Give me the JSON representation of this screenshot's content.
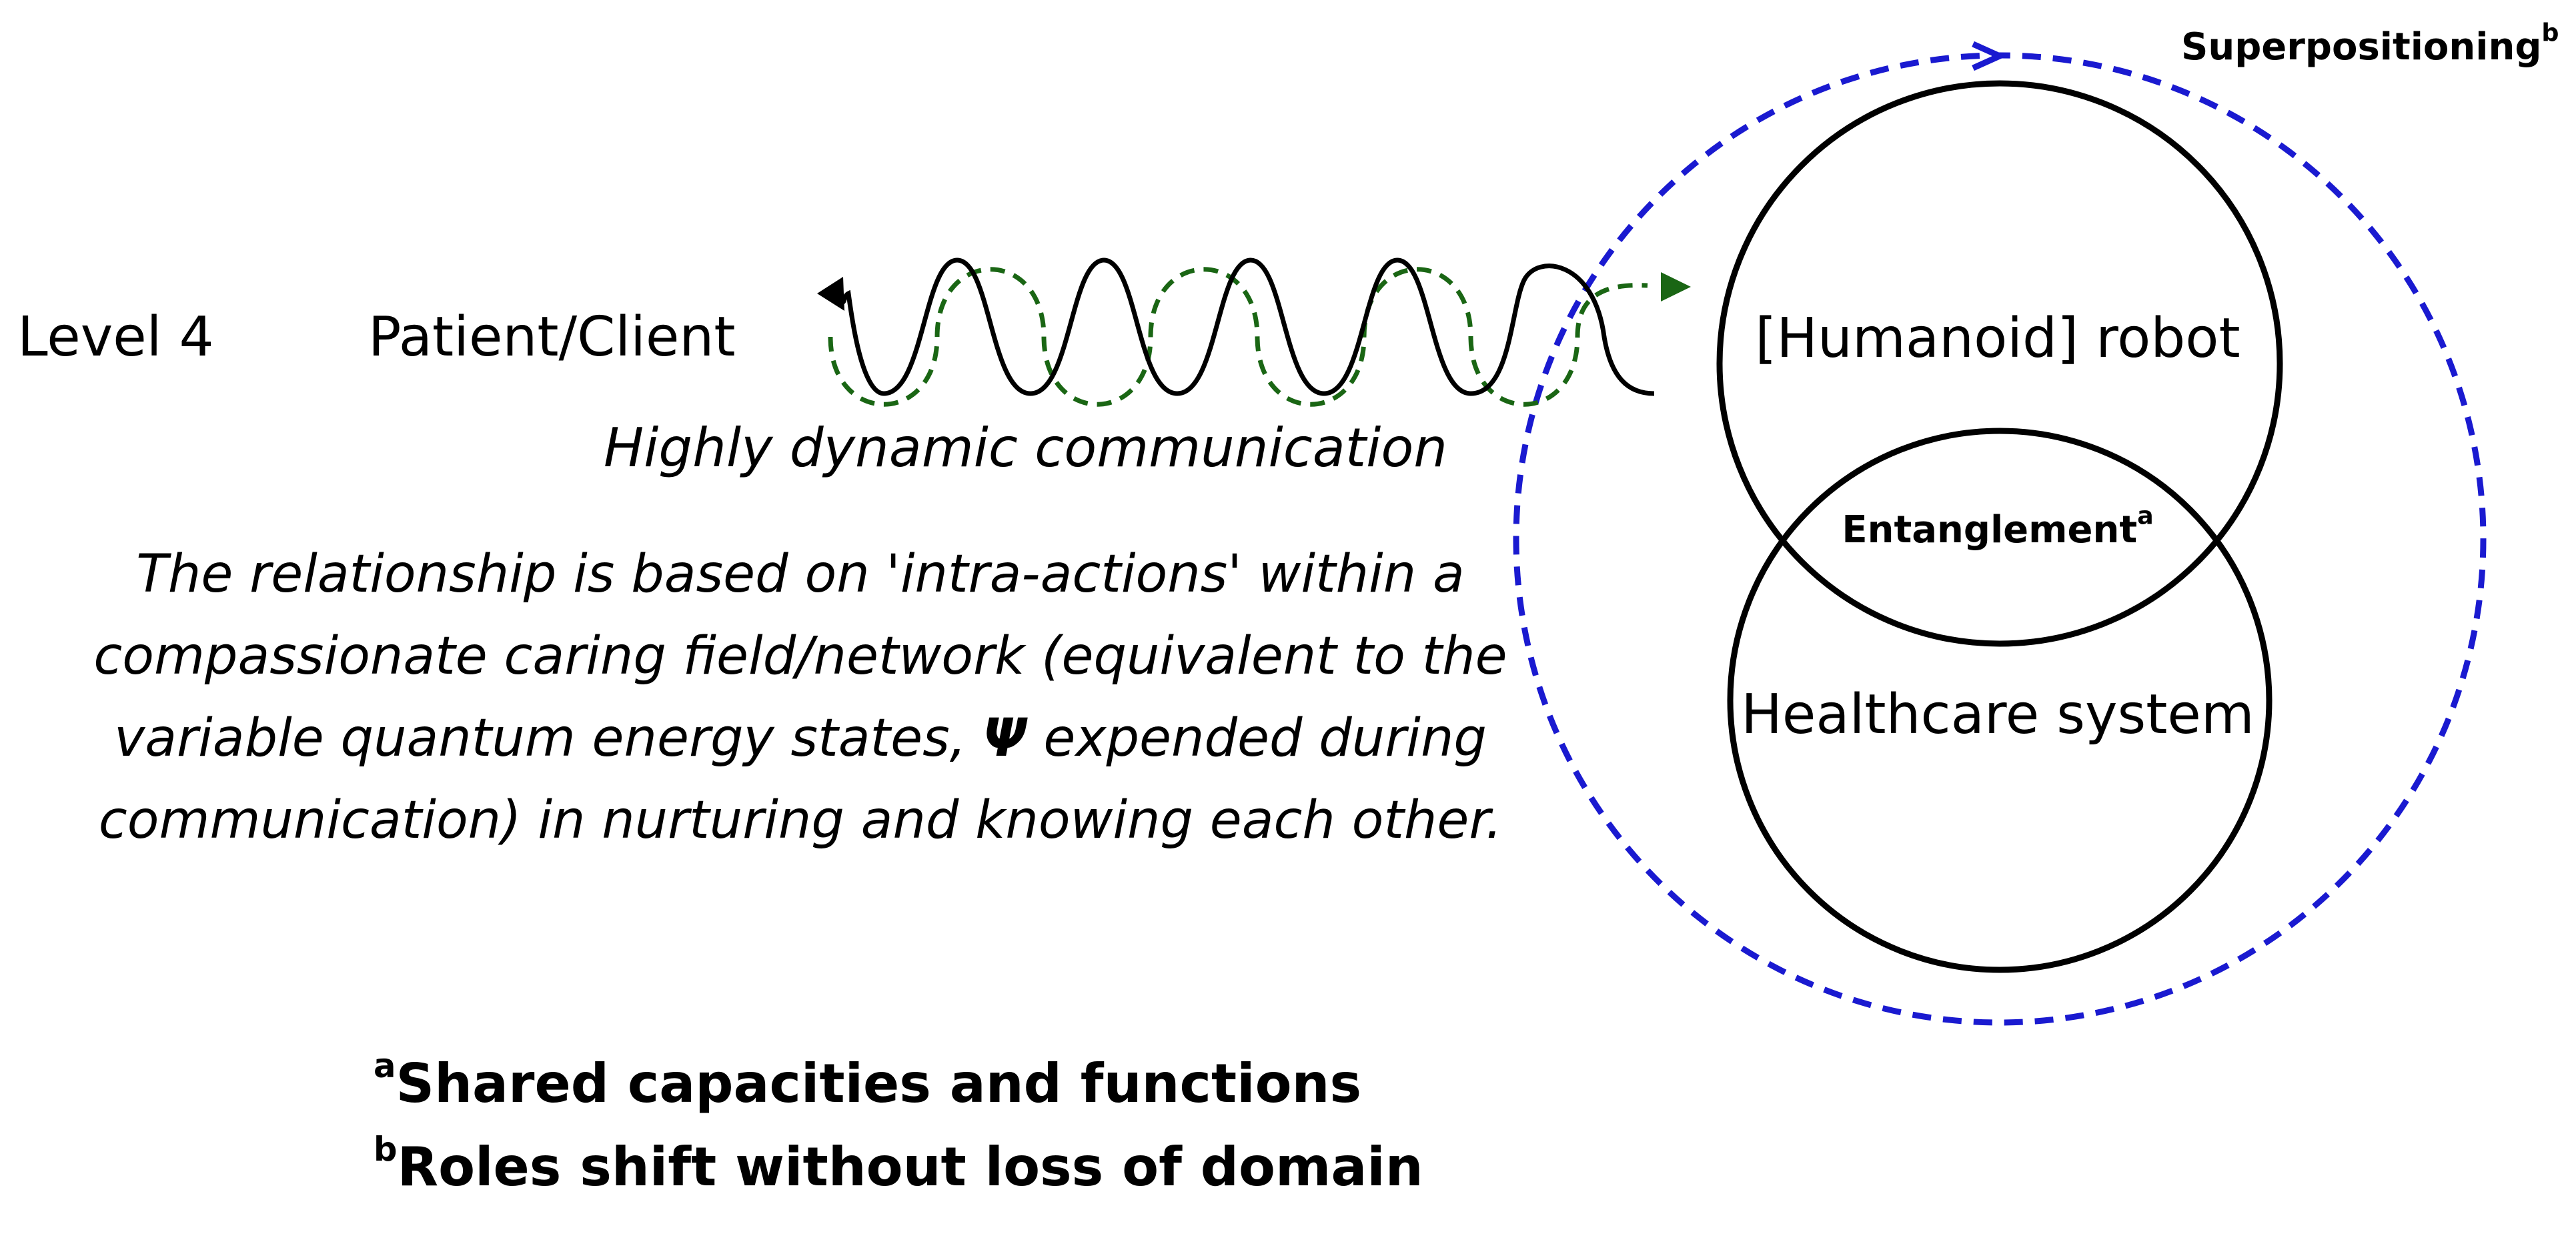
{
  "diagram": {
    "level": "Level 4",
    "patient": "Patient/Client",
    "communication": "Highly dynamic communication",
    "relationship": {
      "before_psi": "The relationship is based on 'intra-actions' within a compassionate caring field/network (equivalent to the variable quantum energy states,",
      "psi": "Ψ",
      "after_psi": "expended during communication) in nurturing and knowing each other."
    },
    "robot": "[Humanoid] robot",
    "healthcare": "Healthcare system",
    "entanglement": {
      "label": "Entanglement",
      "marker": "a"
    },
    "superpositioning": {
      "label": "Superpositioning",
      "marker": "b"
    },
    "footnotes": [
      {
        "marker": "a",
        "text": "Shared capacities and functions"
      },
      {
        "marker": "b",
        "text": "Roles shift without loss of domain"
      }
    ],
    "colors": {
      "text": "#000000",
      "wave_solid": "#000000",
      "wave_dashed": "#1a6614",
      "superposition_ring": "#1a1ad0"
    }
  }
}
